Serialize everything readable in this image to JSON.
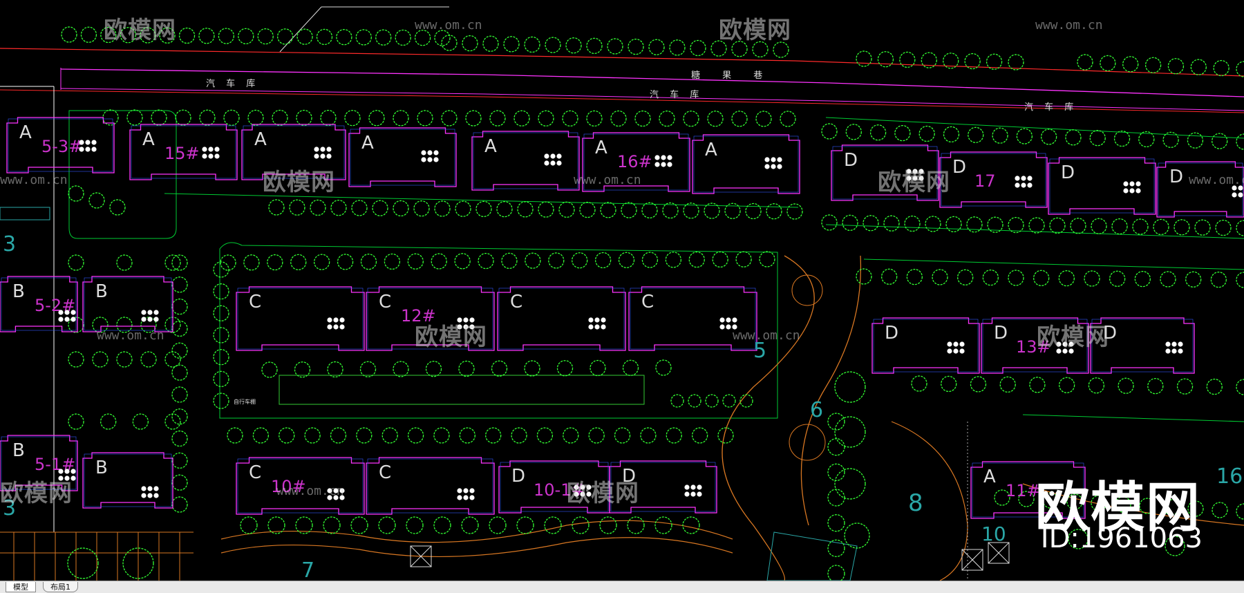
{
  "colors": {
    "background": "#000000",
    "tree": "#33ff33",
    "outline": "#00cc33",
    "red_line": "#ff2a2a",
    "magenta_line": "#ff33ff",
    "building_label": "#dddddd",
    "unit_label": "#cc33cc",
    "number_label": "#2aa7a7",
    "orange": "#d87722",
    "blue_line": "#3355ff"
  },
  "tabs": [
    {
      "label": "模型"
    },
    {
      "label": "布局1"
    }
  ],
  "watermark": {
    "brand": "欧模网",
    "url": "www.om.cn",
    "id": "ID:1961063"
  },
  "streets": {
    "garage_1": "汽 车 库",
    "garage_2": "汽 车 库",
    "garage_3": "汽 车 库",
    "lane": "糖 果 巷"
  },
  "buildings": [
    {
      "type": "A",
      "unit": "5-3#"
    },
    {
      "type": "A",
      "unit": "15#"
    },
    {
      "type": "A",
      "unit": ""
    },
    {
      "type": "A",
      "unit": ""
    },
    {
      "type": "A",
      "unit": ""
    },
    {
      "type": "A",
      "unit": "16#"
    },
    {
      "type": "A",
      "unit": ""
    },
    {
      "type": "D",
      "unit": ""
    },
    {
      "type": "D",
      "unit": "17"
    },
    {
      "type": "D",
      "unit": ""
    },
    {
      "type": "D",
      "unit": ""
    },
    {
      "type": "B",
      "unit": "5-2#"
    },
    {
      "type": "B",
      "unit": ""
    },
    {
      "type": "C",
      "unit": ""
    },
    {
      "type": "C",
      "unit": "12#"
    },
    {
      "type": "C",
      "unit": ""
    },
    {
      "type": "C",
      "unit": ""
    },
    {
      "type": "D",
      "unit": ""
    },
    {
      "type": "D",
      "unit": "13#"
    },
    {
      "type": "D",
      "unit": ""
    },
    {
      "type": "B",
      "unit": "5-1#"
    },
    {
      "type": "B",
      "unit": ""
    },
    {
      "type": "C",
      "unit": "10#"
    },
    {
      "type": "C",
      "unit": ""
    },
    {
      "type": "D",
      "unit": "10-1#"
    },
    {
      "type": "D",
      "unit": ""
    },
    {
      "type": "A",
      "unit": "11#"
    }
  ],
  "zone_numbers": [
    "3",
    "3",
    "5",
    "6",
    "7",
    "8",
    "10",
    "16"
  ],
  "small_labels": {
    "bike_shed": "自行车棚"
  }
}
